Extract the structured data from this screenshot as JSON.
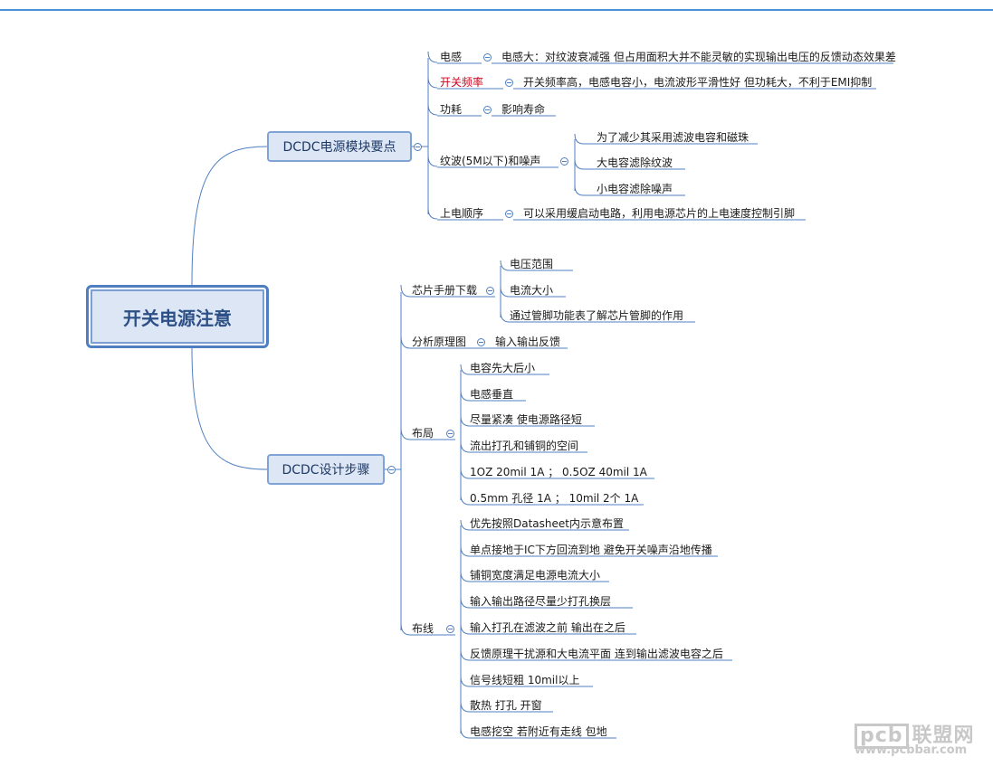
{
  "root": "开关电源注意",
  "branch1": {
    "title": "DCDC电源模块要点",
    "items": [
      {
        "label": "电感",
        "detail": "电感大：对纹波衰减强 但占用面积大并不能灵敏的实现输出电压的反馈动态效果差"
      },
      {
        "label": "开关频率",
        "detail": "开关频率高，电感电容小，电流波形平滑性好 但功耗大，不利于EMI抑制"
      },
      {
        "label": "功耗",
        "detail": "影响寿命"
      },
      {
        "label": "纹波(5M以下)和噪声",
        "children": [
          "为了减少其采用滤波电容和磁珠",
          "大电容滤除纹波",
          "小电容滤除噪声"
        ]
      },
      {
        "label": "上电顺序",
        "detail": "可以采用缓启动电路，利用电源芯片的上电速度控制引脚"
      }
    ]
  },
  "branch2": {
    "title": "DCDC设计步骤",
    "items": [
      {
        "label": "芯片手册下载",
        "children": [
          "电压范围",
          "电流大小",
          "通过管脚功能表了解芯片管脚的作用"
        ]
      },
      {
        "label": "分析原理图",
        "detail": "输入输出反馈"
      },
      {
        "label": "布局",
        "children": [
          "电容先大后小",
          "电感垂直",
          "尽量紧凑 使电源路径短",
          "流出打孔和铺铜的空间",
          "1OZ 20mil 1A ；  0.5OZ  40mil 1A",
          "0.5mm 孔径 1A ；  10mil 2个 1A"
        ]
      },
      {
        "label": "布线",
        "children": [
          "优先按照Datasheet内示意布置",
          "单点接地于IC下方回流到地 避免开关噪声沿地传播",
          "铺铜宽度满足电源电流大小",
          "输入输出路径尽量少打孔换层",
          "输入打孔在滤波之前 输出在之后",
          "反馈原理干扰源和大电流平面 连到输出滤波电容之后",
          "信号线短粗 10mil以上",
          "散热 打孔 开窗",
          "电感挖空 若附近有走线 包地"
        ]
      }
    ]
  },
  "watermark": {
    "logo": "pcb",
    "text": "联盟网",
    "url": "www.pcbbar.com"
  },
  "colors": {
    "line": "#4f7fc1",
    "highlight": "#d0021b",
    "node_fill": "#dce6f4"
  }
}
